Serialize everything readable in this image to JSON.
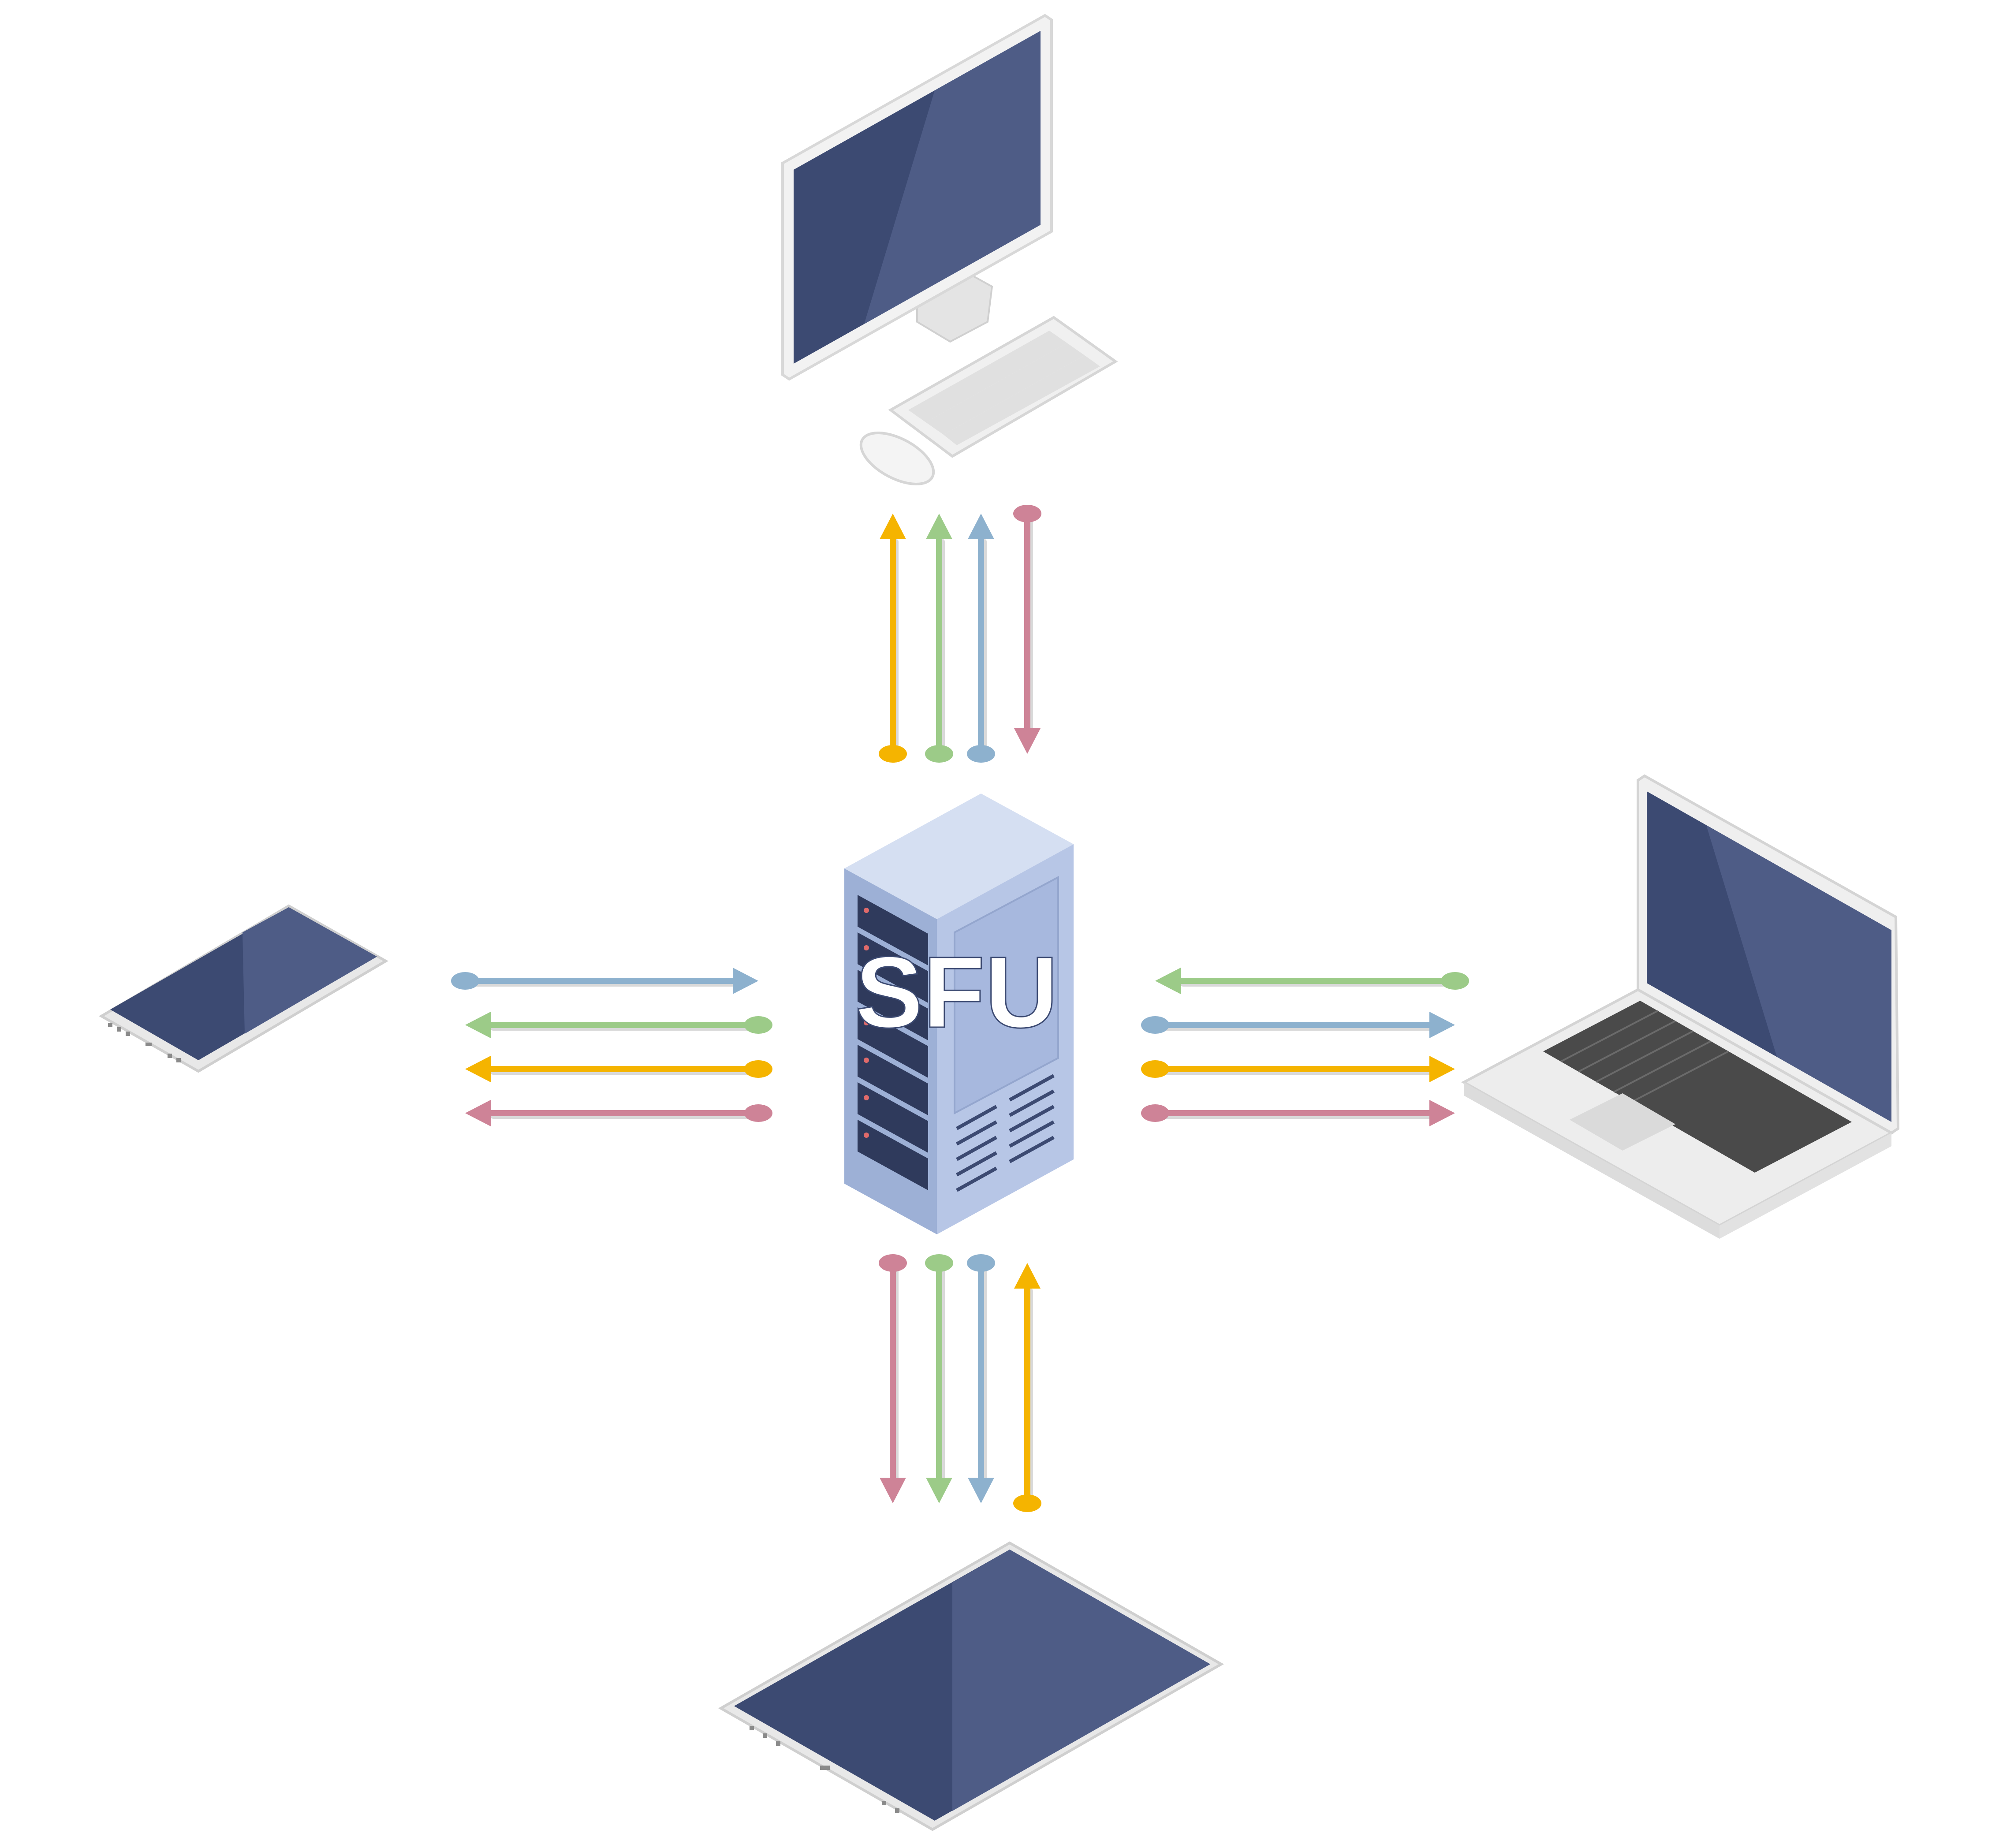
{
  "server": {
    "label": "SFU",
    "icon": "server-rack-icon"
  },
  "devices": [
    {
      "id": "desktop",
      "icon": "desktop-computer-icon"
    },
    {
      "id": "phone",
      "icon": "smartphone-icon"
    },
    {
      "id": "laptop",
      "icon": "laptop-icon"
    },
    {
      "id": "tablet",
      "icon": "tablet-icon"
    }
  ],
  "colors": {
    "yellow": "#F5B400",
    "green": "#9CCB88",
    "blue": "#8DB1CE",
    "pink": "#CE8397",
    "screen": "#3C4A72",
    "screen_light": "#4E5C86",
    "server_front": "#9DB0D6",
    "server_side": "#B7C6E6",
    "server_top": "#D5DFF2",
    "device_body": "#EEEEEE",
    "device_edge": "#D2D2D2",
    "keys": "#4A4A4A"
  },
  "links": [
    {
      "device": "desktop",
      "streams": [
        {
          "color": "yellow",
          "direction": "to-device"
        },
        {
          "color": "green",
          "direction": "to-device"
        },
        {
          "color": "blue",
          "direction": "to-device"
        },
        {
          "color": "pink",
          "direction": "to-server"
        }
      ]
    },
    {
      "device": "phone",
      "streams": [
        {
          "color": "blue",
          "direction": "to-server"
        },
        {
          "color": "green",
          "direction": "to-device"
        },
        {
          "color": "yellow",
          "direction": "to-device"
        },
        {
          "color": "pink",
          "direction": "to-device"
        }
      ]
    },
    {
      "device": "laptop",
      "streams": [
        {
          "color": "green",
          "direction": "to-server"
        },
        {
          "color": "blue",
          "direction": "to-device"
        },
        {
          "color": "yellow",
          "direction": "to-device"
        },
        {
          "color": "pink",
          "direction": "to-device"
        }
      ]
    },
    {
      "device": "tablet",
      "streams": [
        {
          "color": "pink",
          "direction": "to-device"
        },
        {
          "color": "green",
          "direction": "to-device"
        },
        {
          "color": "blue",
          "direction": "to-device"
        },
        {
          "color": "yellow",
          "direction": "to-server"
        }
      ]
    }
  ]
}
